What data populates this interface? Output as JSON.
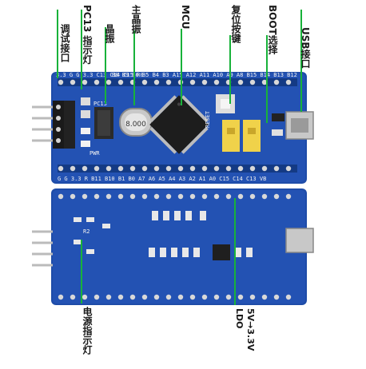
{
  "labels": {
    "debug_port": "调试接口",
    "pc13_led": "PC13 指示灯",
    "crystal": "晶振",
    "main_crystal": "主晶振",
    "mcu": "MCU",
    "reset_button": "复位按键",
    "boot_select": "BOOT选择",
    "usb_port": "USB接口",
    "power_led": "电源指示灯",
    "ldo": "5V→3.3V LDO"
  },
  "silkscreen": {
    "top_pins_left": "3.3 G G 3.3 C13 C14 C15 R0",
    "top_pins_mid": "B8 B9 B6 B5 B4 B3 A15 A12 A11 A10 A9 A8 B15 B14 B13 B12",
    "top_pins_right": "B12 B13 B14",
    "bottom_pins": "G G 3.3 R B11 B10 B1 B0 A7 A6 A5 A4 A3 A2 A1 A0 C15 C14 C13 VB",
    "crystal_value": "8.000",
    "reset": "RESET",
    "pc13": "PC13",
    "pwr": "PWR",
    "r2": "R2"
  },
  "colors": {
    "pcb": "#1e4ca8",
    "pcb_dark": "#163c8a",
    "pad": "#d8d8d8",
    "boot_jumper": "#f0d24a",
    "leader_line": "#18b23a"
  }
}
